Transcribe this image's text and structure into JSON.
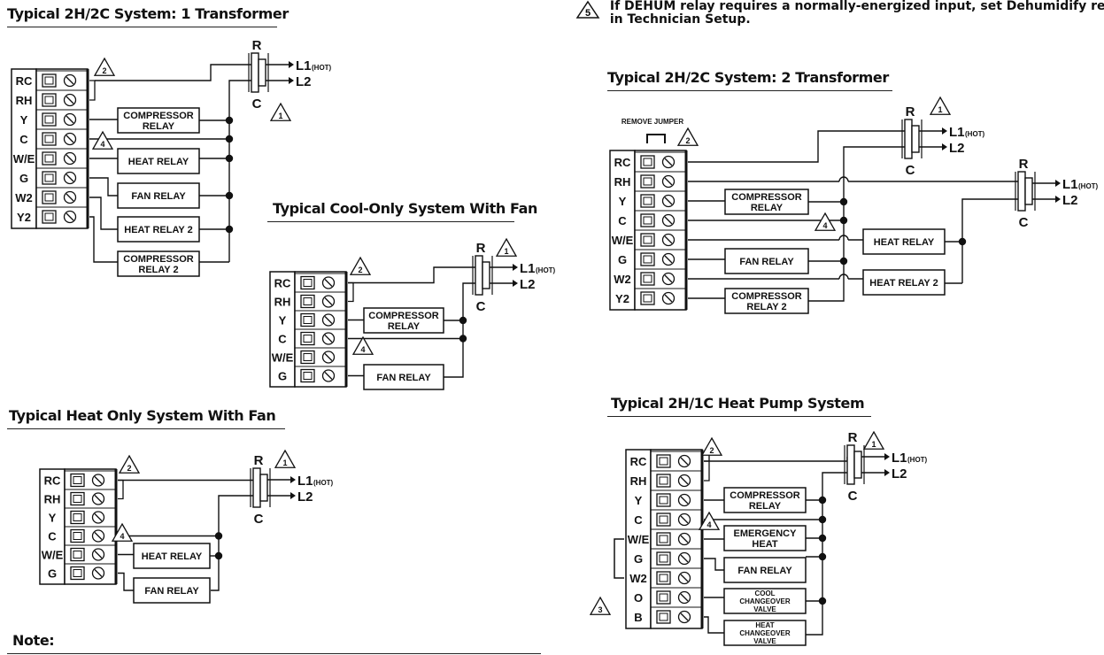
{
  "titles": {
    "one_transformer": "Typical 2H/2C System: 1 Transformer",
    "two_transformer": "Typical 2H/2C System: 2 Transformer",
    "cool_only": "Typical Cool-Only System With Fan",
    "heat_only": "Typical Heat Only System With Fan",
    "heat_pump": "Typical 2H/1C Heat Pump System",
    "note": "Note:"
  },
  "note5": {
    "number": "5",
    "line1": "If DEHUM relay requires a normally-energized input, set Dehumidify relay to N",
    "line2": "in Technician Setup."
  },
  "labels": {
    "R": "R",
    "C": "C",
    "L1": "L1",
    "HOT": "(HOT)",
    "L2": "L2",
    "remove_jumper": "REMOVE JUMPER"
  },
  "terminals": {
    "one_transformer": [
      "RC",
      "RH",
      "Y",
      "C",
      "W/E",
      "G",
      "W2",
      "Y2"
    ],
    "two_transformer": [
      "RC",
      "RH",
      "Y",
      "C",
      "W/E",
      "G",
      "W2",
      "Y2"
    ],
    "cool_only": [
      "RC",
      "RH",
      "Y",
      "C",
      "W/E",
      "G"
    ],
    "heat_only": [
      "RC",
      "RH",
      "Y",
      "C",
      "W/E",
      "G"
    ],
    "heat_pump": [
      "RC",
      "RH",
      "Y",
      "C",
      "W/E",
      "G",
      "W2",
      "O",
      "B"
    ]
  },
  "relays": {
    "one_transformer": [
      [
        "COMPRESSOR",
        "RELAY"
      ],
      [
        "HEAT RELAY"
      ],
      [
        "FAN RELAY"
      ],
      [
        "HEAT RELAY 2"
      ],
      [
        "COMPRESSOR",
        "RELAY 2"
      ]
    ],
    "two_transformer": [
      [
        "COMPRESSOR",
        "RELAY"
      ],
      [
        "HEAT RELAY"
      ],
      [
        "FAN RELAY"
      ],
      [
        "HEAT RELAY 2"
      ],
      [
        "COMPRESSOR",
        "RELAY 2"
      ]
    ],
    "cool_only": [
      [
        "COMPRESSOR",
        "RELAY"
      ],
      [
        "FAN RELAY"
      ]
    ],
    "heat_only": [
      [
        "HEAT RELAY"
      ],
      [
        "FAN RELAY"
      ]
    ],
    "heat_pump": [
      [
        "COMPRESSOR",
        "RELAY"
      ],
      [
        "EMERGENCY",
        "HEAT"
      ],
      [
        "FAN RELAY"
      ],
      [
        "COOL",
        "CHANGEOVER",
        "VALVE"
      ],
      [
        "HEAT",
        "CHANGEOVER",
        "VALVE"
      ]
    ]
  },
  "warning_numbers": {
    "one": "1",
    "two": "2",
    "three": "3",
    "four": "4"
  }
}
